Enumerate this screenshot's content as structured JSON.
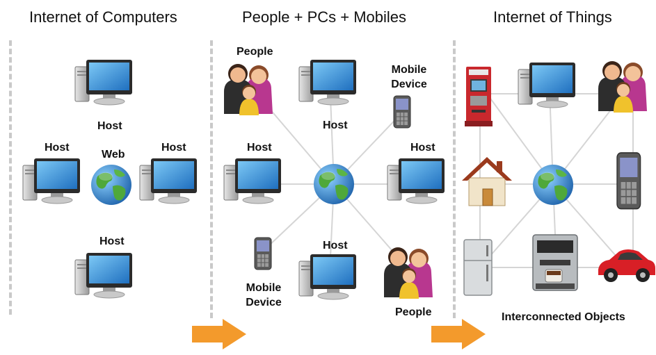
{
  "panels": [
    {
      "title": "Internet of Computers",
      "labels": {
        "host_top": "Host",
        "host_left": "Host",
        "web": "Web",
        "host_right": "Host",
        "host_bottom": "Host"
      }
    },
    {
      "title": "People + PCs + Mobiles",
      "labels": {
        "people_top": "People",
        "host_top": "Host",
        "mobile_top": "Mobile Device",
        "host_left": "Host",
        "host_right": "Host",
        "mobile_bottom": "Mobile Device",
        "host_bottom": "Host",
        "people_bottom": "People"
      }
    },
    {
      "title": "Internet of Things",
      "labels": {
        "caption": "Interconnected Objects"
      }
    }
  ],
  "colors": {
    "arrow": "#f39a2c",
    "divider": "#c9c9c9",
    "screen": "#2f8fd8",
    "link": "#d5d5d5"
  },
  "icons": [
    "desktop-computer-icon",
    "globe-icon",
    "mobile-phone-icon",
    "family-icon",
    "atm-icon",
    "house-icon",
    "refrigerator-icon",
    "coffee-machine-icon",
    "car-icon",
    "arrow-icon"
  ]
}
